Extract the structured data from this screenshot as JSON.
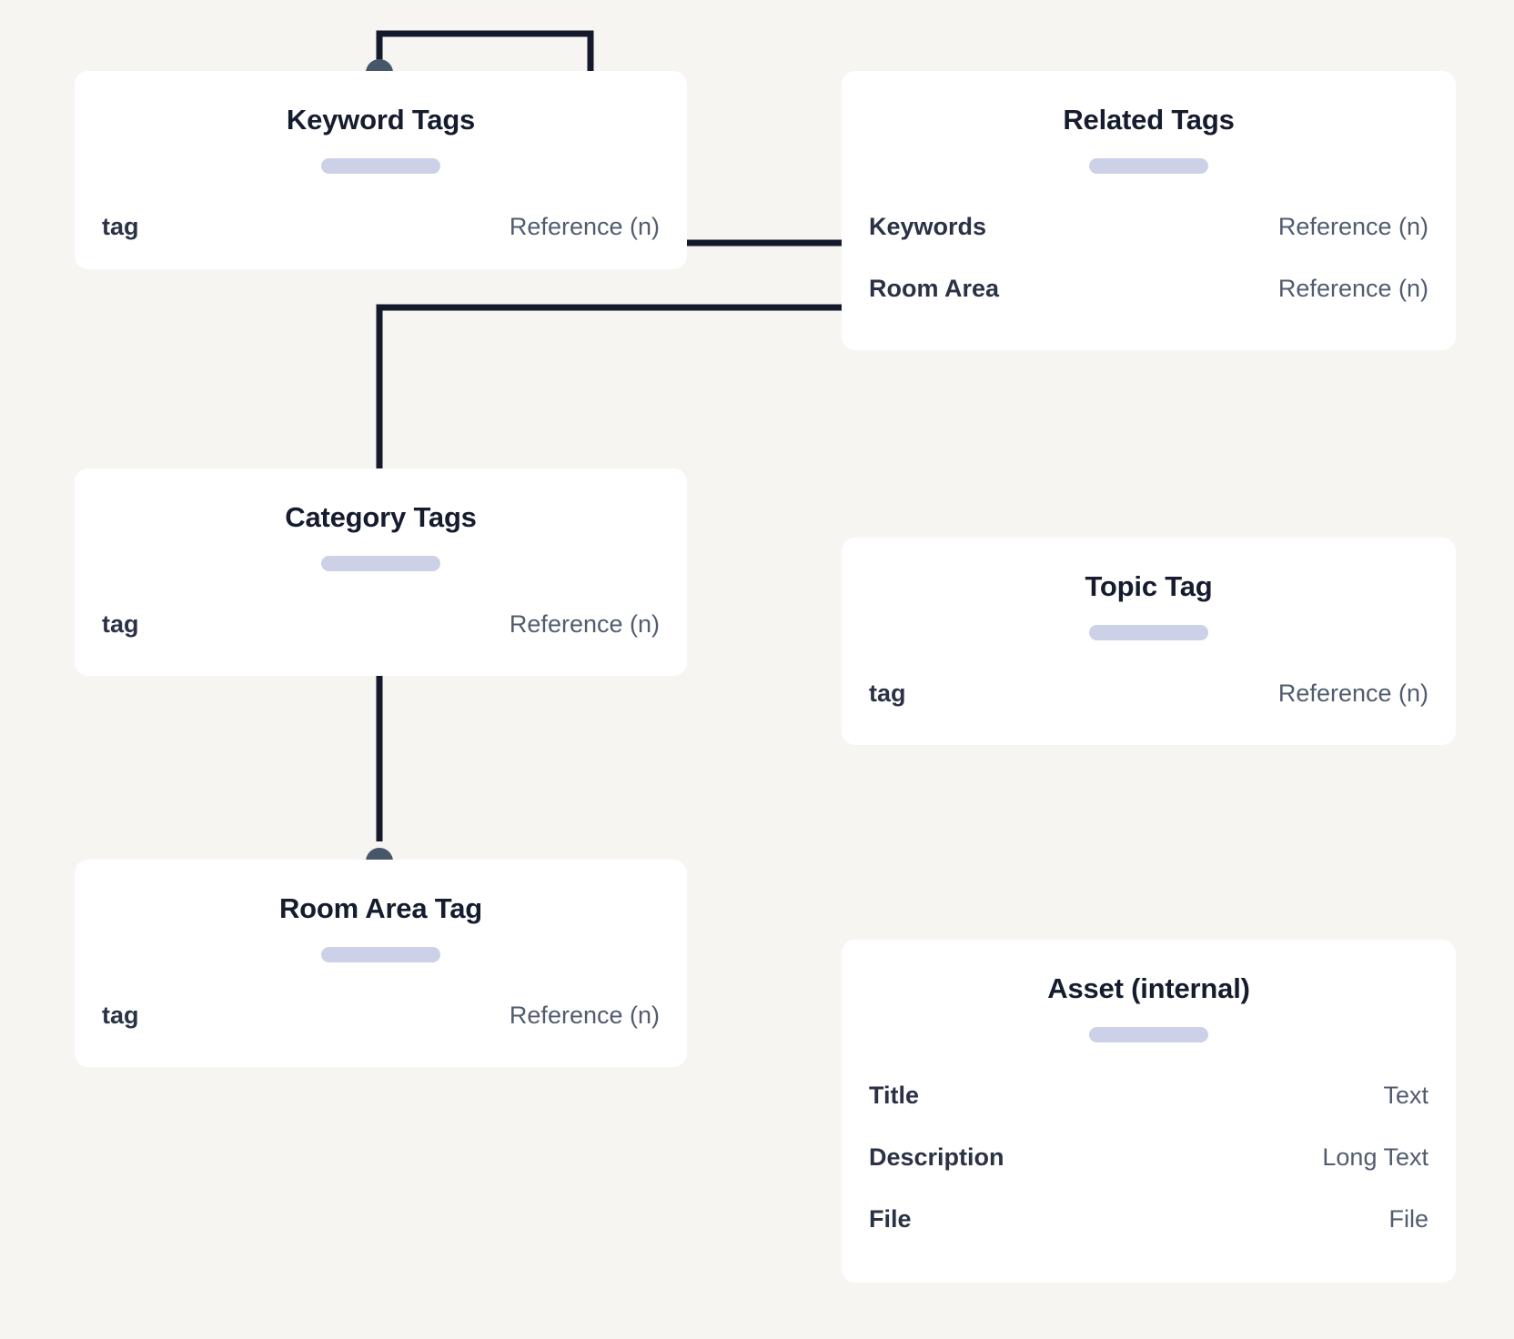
{
  "theme": {
    "background": "#f7f5f1",
    "card_background": "#ffffff",
    "title_color": "#151c2e",
    "field_name_color": "#2b3245",
    "field_type_color": "#515c6e",
    "pill_color": "#ccd1e8",
    "edge_color": "#141a2b",
    "endpoint_dot_color": "#47576a"
  },
  "diagram": {
    "type": "entity-relationship-schema",
    "cards": [
      {
        "id": "keyword-tags",
        "title": "Keyword Tags",
        "fields": [
          {
            "name": "tag",
            "type": "Reference (n)"
          }
        ]
      },
      {
        "id": "related-tags",
        "title": "Related Tags",
        "fields": [
          {
            "name": "Keywords",
            "type": "Reference (n)"
          },
          {
            "name": "Room Area",
            "type": "Reference (n)"
          }
        ]
      },
      {
        "id": "category-tags",
        "title": "Category Tags",
        "fields": [
          {
            "name": "tag",
            "type": "Reference (n)"
          }
        ]
      },
      {
        "id": "topic-tag",
        "title": "Topic Tag",
        "fields": [
          {
            "name": "tag",
            "type": "Reference (n)"
          }
        ]
      },
      {
        "id": "room-area-tag",
        "title": "Room Area Tag",
        "fields": [
          {
            "name": "tag",
            "type": "Reference (n)"
          }
        ]
      },
      {
        "id": "asset-internal",
        "title": "Asset (internal)",
        "fields": [
          {
            "name": "Title",
            "type": "Text"
          },
          {
            "name": "Description",
            "type": "Long Text"
          },
          {
            "name": "File",
            "type": "File"
          }
        ]
      }
    ],
    "connections": [
      {
        "id": "edge-keyword-self",
        "from": "keyword-tags",
        "to": "keyword-tags",
        "shape": "bracket-top"
      },
      {
        "id": "edge-keyword-to-related-keywords",
        "from": "keyword-tags.tag",
        "to": "related-tags.Keywords",
        "shape": "horizontal"
      },
      {
        "id": "edge-related-roomarea-to-category",
        "from": "related-tags.Room Area",
        "to": "category-tags",
        "shape": "elbow"
      },
      {
        "id": "edge-category-to-roomareatag",
        "from": "category-tags",
        "to": "room-area-tag",
        "shape": "vertical"
      }
    ]
  }
}
